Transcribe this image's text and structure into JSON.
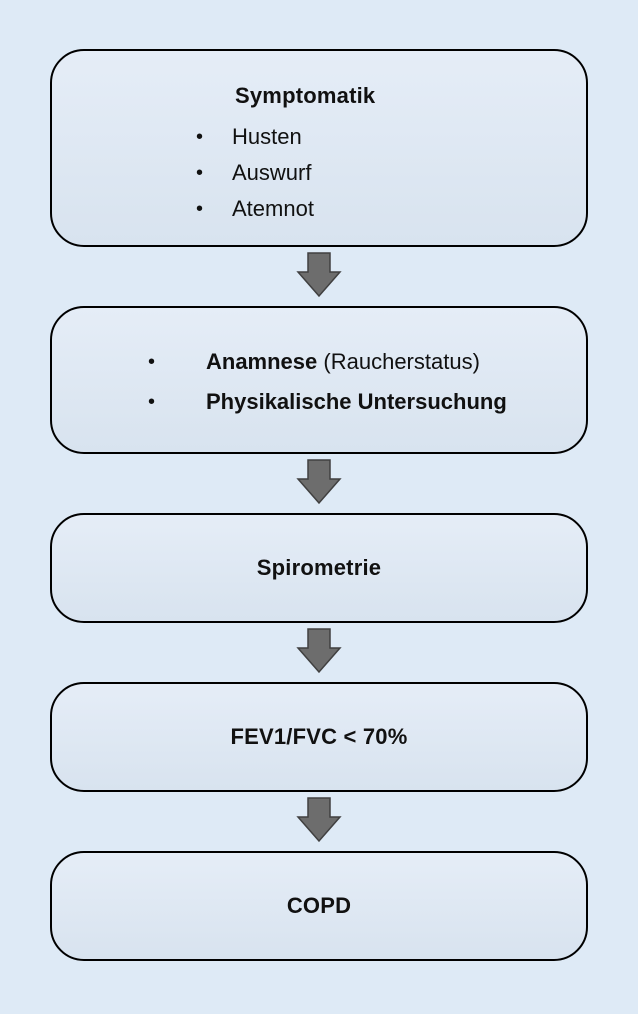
{
  "steps": {
    "symptoms": {
      "title": "Symptomatik",
      "items": [
        "Husten",
        "Auswurf",
        "Atemnot"
      ]
    },
    "history": {
      "item1_bold": "Anamnese",
      "item1_normal": " (Raucherstatus)",
      "item2_bold": "Physikalische Untersuchung"
    },
    "spirometry": {
      "label": "Spirometrie"
    },
    "ratio": {
      "label": "FEV1/FVC < 70%"
    },
    "diagnosis": {
      "label": "COPD"
    }
  },
  "bullet_glyph": "•",
  "colors": {
    "background": "#deeaf6",
    "box_fill": "#dce6f1",
    "box_border": "#000000",
    "arrow_fill": "#6d6d6d"
  }
}
